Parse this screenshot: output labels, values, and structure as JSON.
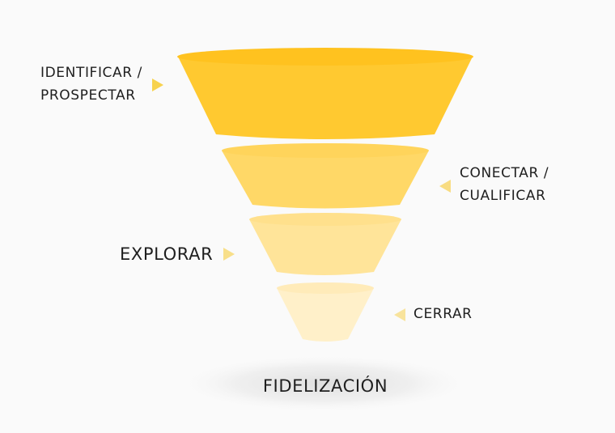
{
  "diagram": {
    "stages": [
      {
        "label_lines": [
          "IDENTIFICAR /",
          "PROSPECTAR"
        ],
        "color": "#ffc930"
      },
      {
        "label_lines": [
          "CONECTAR /",
          "CUALIFICAR"
        ],
        "color": "#ffd867"
      },
      {
        "label_lines": [
          "EXPLORAR"
        ],
        "color": "#ffe499"
      },
      {
        "label_lines": [
          "CERRAR"
        ],
        "color": "#fff0c9"
      }
    ],
    "base_label": "FIDELIZACIÓN",
    "colors": {
      "background": "#fafafa",
      "text": "#1f1f1f",
      "arrow": "#f7d24e"
    }
  }
}
